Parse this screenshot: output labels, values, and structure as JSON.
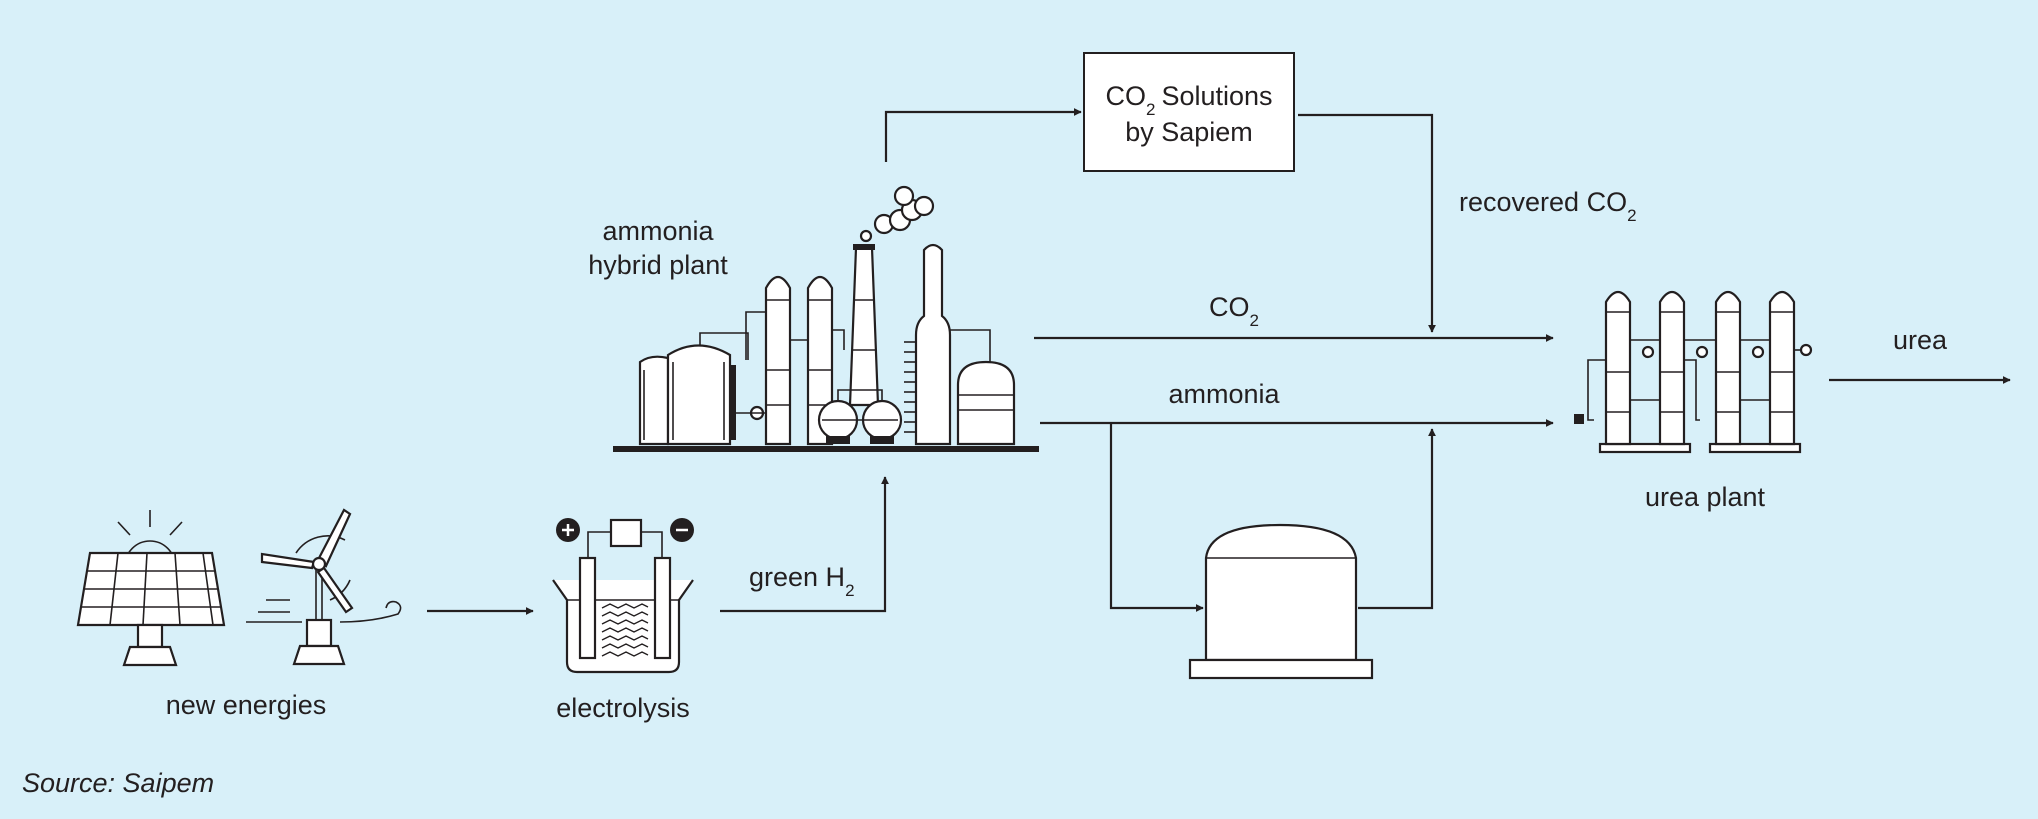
{
  "colors": {
    "background": "#d8f0f9",
    "ink": "#231f20",
    "equipment_fill": "#ffffff"
  },
  "labels": {
    "co2_box_line1_main": "CO",
    "co2_box_line1_sub": "2",
    "co2_box_line1_rest": "Solutions",
    "co2_box_line2": "by Sapiem",
    "recovered_main": "recovered CO",
    "recovered_sub": "2",
    "ammonia_plant_line1": "ammonia",
    "ammonia_plant_line2": "hybrid plant",
    "co2_flow_main": "CO",
    "co2_flow_sub": "2",
    "ammonia_flow": "ammonia",
    "urea_out": "urea",
    "urea_plant": "urea plant",
    "green_main": "green H",
    "green_sub": "2",
    "electrolysis": "electrolysis",
    "new_energies": "new energies",
    "source": "Source: Saipem"
  },
  "icons": [
    "solar-panel-icon",
    "wind-turbine-icon",
    "electrolysis-cell-icon",
    "ammonia-plant-icon",
    "storage-tank-icon",
    "urea-plant-icon",
    "positive-terminal-icon",
    "negative-terminal-icon"
  ]
}
